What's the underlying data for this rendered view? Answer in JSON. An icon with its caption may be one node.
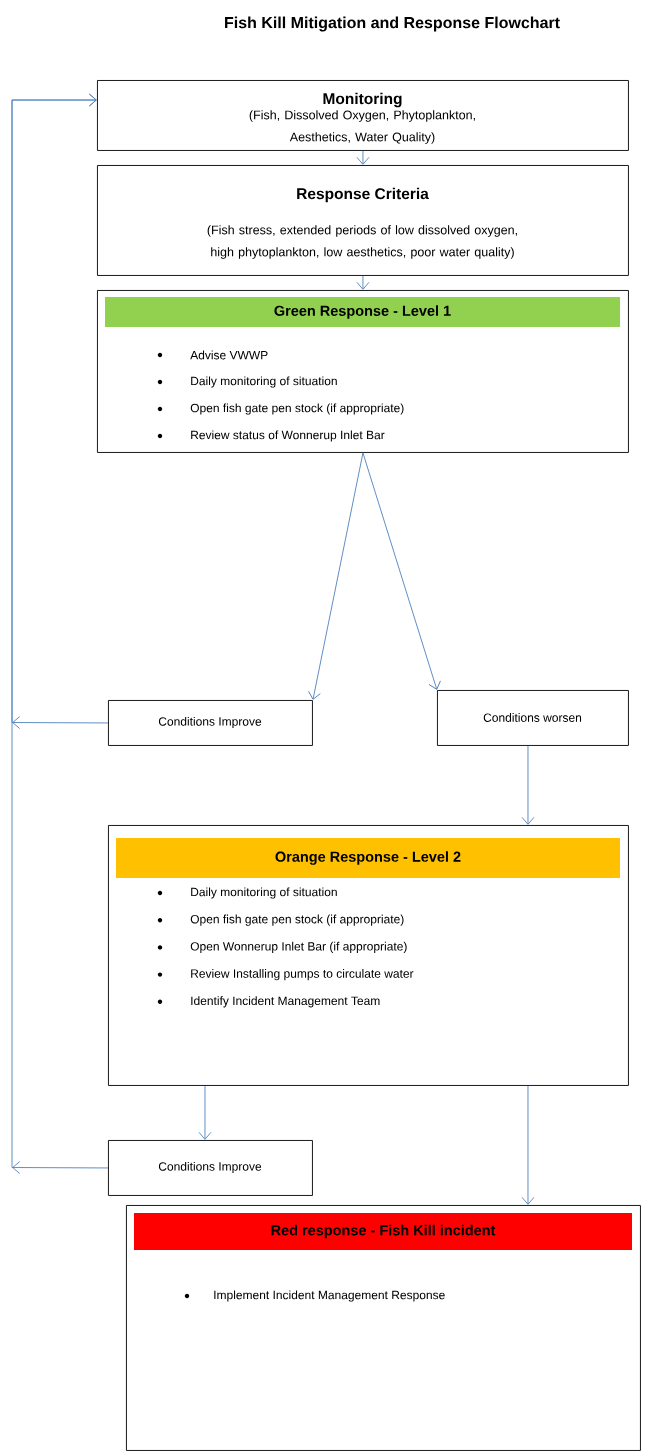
{
  "diagram": {
    "title": "Fish Kill Mitigation and Response Flowchart",
    "nodes": [
      {
        "text": [
          "Monitoring",
          "(Fish, Dissolved Oxygen, Phytoplankton, Aesthetics, Water Quality)"
        ]
      },
      {
        "text": [
          "Response Criteria",
          "(Fish stress, extended periods of low dissolved oxygen, high phytoplankton, low aesthetics, poor water quality)"
        ]
      },
      {
        "text": [
          "Green Response - Level 1",
          "Advise VWWP",
          "Daily monitoring of situation",
          "Open fish gate pen stock (if appropriate)",
          "Review status of Wonnerup Inlet Bar"
        ]
      },
      {
        "text": [
          "Conditions Improve"
        ]
      },
      {
        "text": [
          "Conditions worsen"
        ]
      },
      {
        "text": [
          "Orange Response - Level 2",
          "Daily monitoring of situation",
          "Open fish gate pen stock (if appropriate)",
          "Open Wonnerup Inlet Bar (if appropriate)",
          "Review Installing pumps to circulate water",
          "Identify Incident Management Team"
        ]
      },
      {
        "text": [
          "Conditions Improve"
        ]
      },
      {
        "text": [
          "Red response - Fish Kill incident",
          "Implement Incident Management Response"
        ]
      }
    ],
    "edges": [
      {
        "from": 0,
        "to": 1,
        "arrow": "to"
      },
      {
        "from": 1,
        "to": 2,
        "arrow": "to"
      },
      {
        "from": 2,
        "to": 3,
        "arrow": "to"
      },
      {
        "from": 2,
        "to": 4,
        "arrow": "to"
      },
      {
        "from": 4,
        "to": 5,
        "arrow": "to"
      },
      {
        "from": 3,
        "to": 0,
        "arrow": "to"
      },
      {
        "from": 5,
        "to": 6,
        "arrow": "to"
      },
      {
        "from": 5,
        "to": 7,
        "arrow": "to"
      },
      {
        "from": 6,
        "to": 0,
        "arrow": "to"
      }
    ]
  }
}
